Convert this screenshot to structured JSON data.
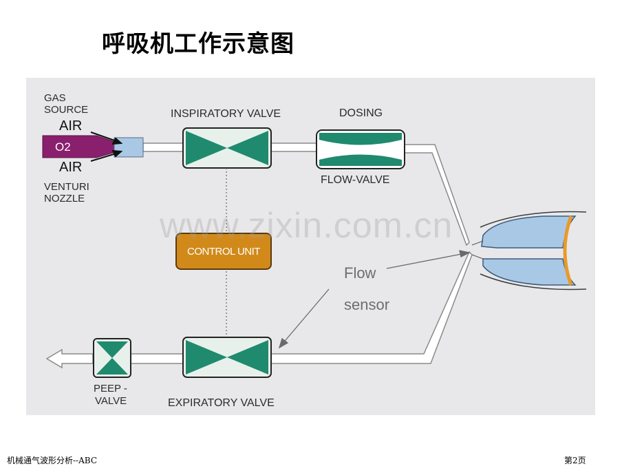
{
  "title": "呼吸机工作示意图",
  "labels": {
    "gas_source_1": "GAS",
    "gas_source_2": "SOURCE",
    "air_top": "AIR",
    "o2": "O2",
    "air_bottom": "AIR",
    "venturi_1": "VENTURI",
    "venturi_2": "NOZZLE",
    "inspiratory_valve": "INSPIRATORY VALVE",
    "dosing": "DOSING",
    "flow_valve": "FLOW-VALVE",
    "control_unit": "CONTROL UNIT",
    "flow_sensor_1": "Flow",
    "flow_sensor_2": "sensor",
    "peep_1": "PEEP -",
    "peep_2": "VALVE",
    "expiratory_valve": "EXPIRATORY VALVE"
  },
  "watermark": "www.zixin.com.cn",
  "footer": {
    "left": "机械通气波形分析--ABC",
    "right": "第2页"
  },
  "colors": {
    "valve_fill": "#1f8a6e",
    "control_unit": "#d18a1a",
    "o2_nozzle": "#8a1f6e",
    "lung": "#a9c8e6",
    "chest_wall": "#e89a2a",
    "panel": "#e8e8ea"
  }
}
